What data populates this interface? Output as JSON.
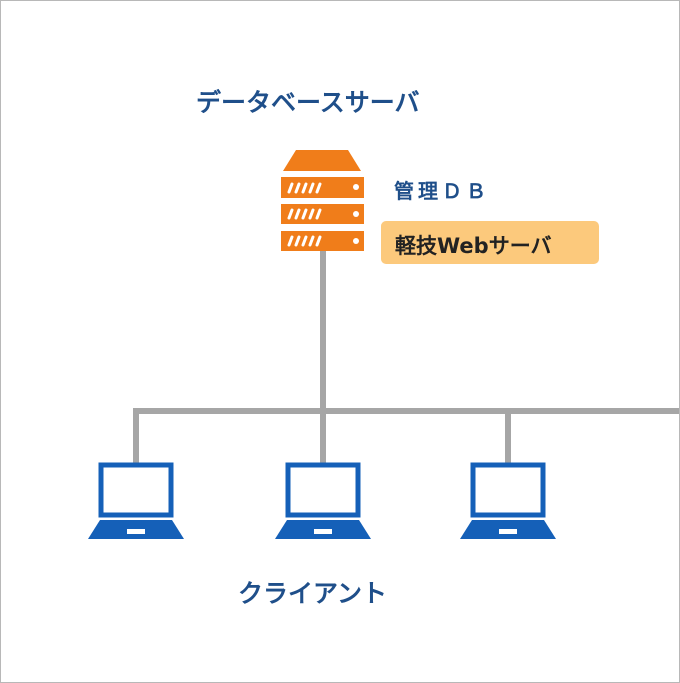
{
  "server_title": "データベースサーバ",
  "db_label": "管理ＤＢ",
  "web_badge": "軽技Webサーバ",
  "client_label": "クライアント",
  "colors": {
    "server": "#f07d1a",
    "laptop": "#1560b8",
    "line": "#a6a6a6",
    "badge": "#fcc97c",
    "text": "#1f4f8a"
  },
  "icons": [
    "server-icon",
    "laptop-icon",
    "laptop-icon",
    "laptop-icon"
  ]
}
